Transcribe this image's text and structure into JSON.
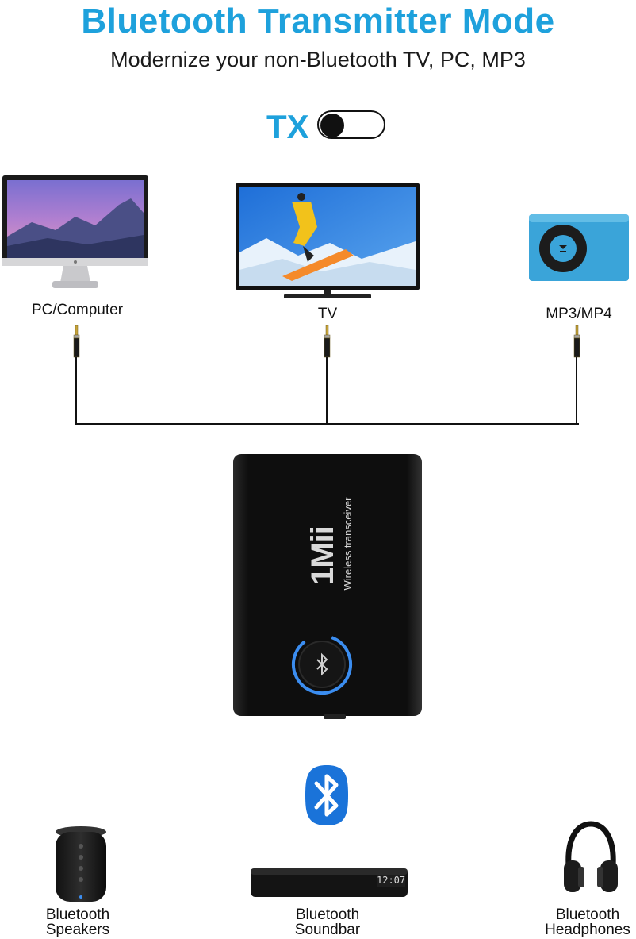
{
  "header": {
    "title": "Bluetooth Transmitter Mode",
    "subtitle": "Modernize your non-Bluetooth TV, PC, MP3"
  },
  "mode_switch": {
    "label": "TX",
    "state": "off"
  },
  "sources": [
    {
      "label": "PC/Computer",
      "icon": "monitor-icon"
    },
    {
      "label": "TV",
      "icon": "tv-icon"
    },
    {
      "label": "MP3/MP4",
      "icon": "mp3-player-icon"
    }
  ],
  "device": {
    "brand": "1Mii",
    "caption": "Wireless transceiver",
    "led_color": "#3b8df0"
  },
  "outputs": [
    {
      "line1": "Bluetooth",
      "line2": "Speakers",
      "icon": "speaker-icon"
    },
    {
      "line1": "Bluetooth",
      "line2": "Soundbar",
      "icon": "soundbar-icon",
      "display": "12:07"
    },
    {
      "line1": "Bluetooth",
      "line2": "Headphones",
      "icon": "headphones-icon"
    }
  ],
  "colors": {
    "accent": "#1ea1dc",
    "bluetooth_badge": "#1a73d9"
  }
}
